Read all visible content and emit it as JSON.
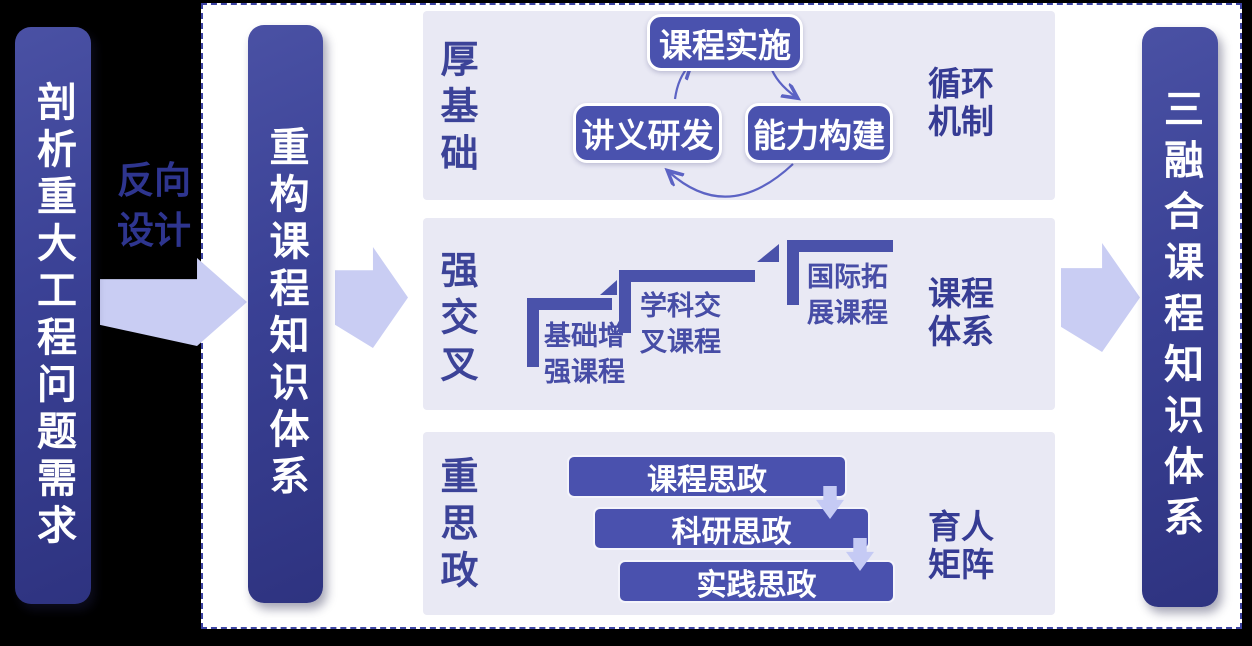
{
  "pillars": {
    "left": "剖析重大工程问题需求",
    "middle": "重构课程知识体系",
    "right": "三融合课程知识体系"
  },
  "flow_labels": {
    "reverse_design": "反向\n设计"
  },
  "sections": [
    {
      "left_label": "厚基础",
      "right_label": "循环\n机制",
      "nodes": {
        "top": "课程实施",
        "bottom_left": "讲义研发",
        "bottom_right": "能力构建"
      }
    },
    {
      "left_label": "强交叉",
      "right_label": "课程\n体系",
      "steps": [
        "基础增\n强课程",
        "学科交\n叉课程",
        "国际拓\n展课程"
      ]
    },
    {
      "left_label": "重思政",
      "right_label": "育人\n矩阵",
      "bars": [
        "课程思政",
        "科研思政",
        "实践思政"
      ]
    }
  ],
  "colors": {
    "pillar_dark": "#3a4195",
    "node_blue": "#4a52ae",
    "light_arrow": "#c9cdf3",
    "dark_label": "#363c94",
    "section_background": "#e9e9f4",
    "dashed_border": "#3c43a3"
  }
}
